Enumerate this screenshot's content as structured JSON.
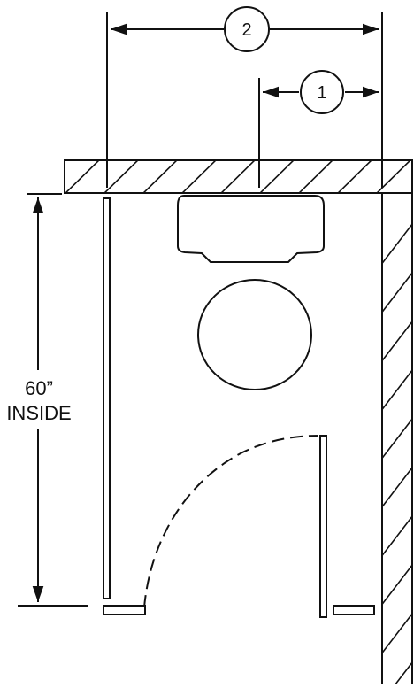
{
  "drawing": {
    "callouts": [
      {
        "id": "callout-2",
        "label": "2"
      },
      {
        "id": "callout-1",
        "label": "1"
      }
    ],
    "height_dimension": {
      "line1": "60”",
      "line2": "INSIDE"
    }
  }
}
